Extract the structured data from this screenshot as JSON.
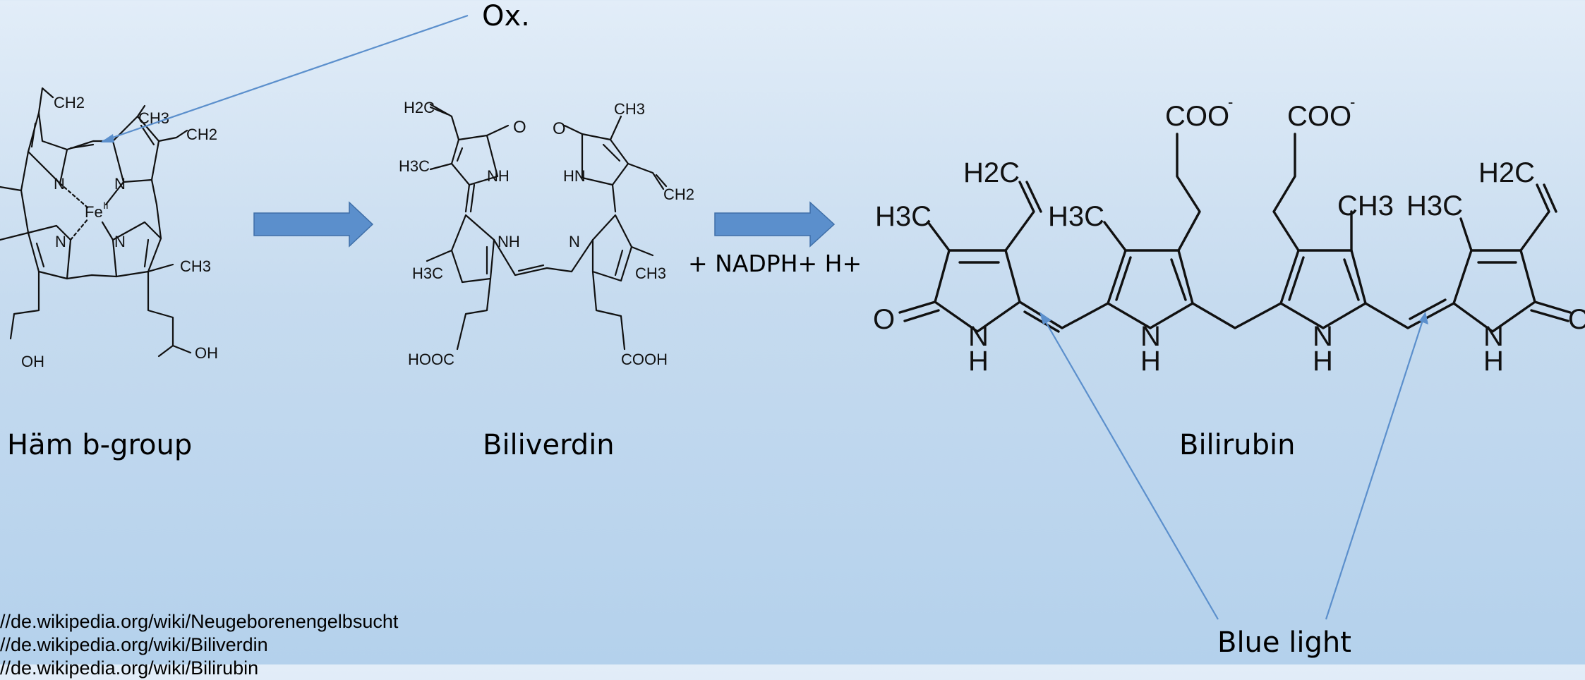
{
  "oxidation_label": "Ox.",
  "reagent_label": "+ NADPH+ H+",
  "molecules": [
    {
      "name": "Häm b-group",
      "atoms": [
        "CH2",
        "CH3",
        "CH2",
        "N",
        "N",
        "N",
        "N",
        "Fe",
        "II",
        "CH3",
        "OH",
        "OH"
      ]
    },
    {
      "name": "Biliverdin",
      "atoms": [
        "H2C",
        "O",
        "O",
        "CH3",
        "H3C",
        "NH",
        "HN",
        "CH2",
        "NH",
        "N",
        "H3C",
        "CH3",
        "HOOC",
        "COOH"
      ]
    },
    {
      "name": "Bilirubin",
      "atoms": [
        "COO",
        "-",
        "COO",
        "-",
        "H2C",
        "H2C",
        "H3C",
        "H3C",
        "CH3",
        "H3C",
        "O",
        "O",
        "N",
        "H",
        "N",
        "H",
        "N",
        "H",
        "N",
        "H"
      ]
    }
  ],
  "annotation": "Blue light",
  "sources": [
    "//de.wikipedia.org/wiki/Neugeborenengelbsucht",
    "//de.wikipedia.org/wiki/Biliverdin",
    "//de.wikipedia.org/wiki/Bilirubin"
  ],
  "colors": {
    "arrow_fill": "#5b8fcc",
    "arrow_stroke": "#3f6fa8",
    "callout_line": "#5b8fcc"
  }
}
